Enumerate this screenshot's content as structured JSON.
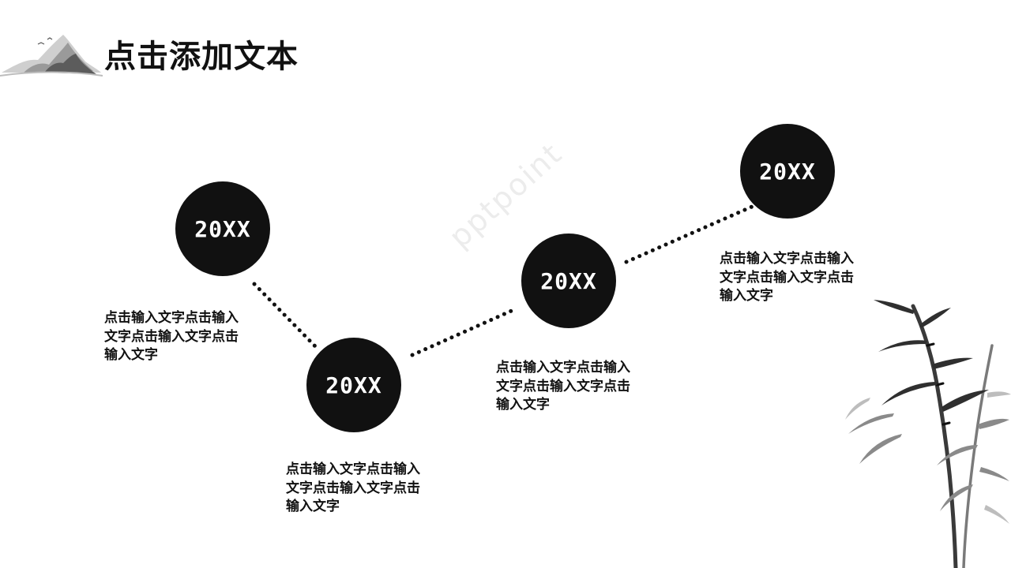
{
  "slide": {
    "title": "点击添加文本",
    "watermark": "pptpoint"
  },
  "nodes": [
    {
      "year": "20XX",
      "text": "点击输入文字点击输入文字点击输入文字点击输入文字"
    },
    {
      "year": "20XX",
      "text": "点击输入文字点击输入文字点击输入文字点击输入文字"
    },
    {
      "year": "20XX",
      "text": "点击输入文字点击输入文字点击输入文字点击输入文字"
    },
    {
      "year": "20XX",
      "text": "点击输入文字点击输入文字点击输入文字点击输入文字"
    }
  ],
  "colors": {
    "node_fill": "#111111",
    "text": "#111111",
    "background": "#ffffff"
  }
}
